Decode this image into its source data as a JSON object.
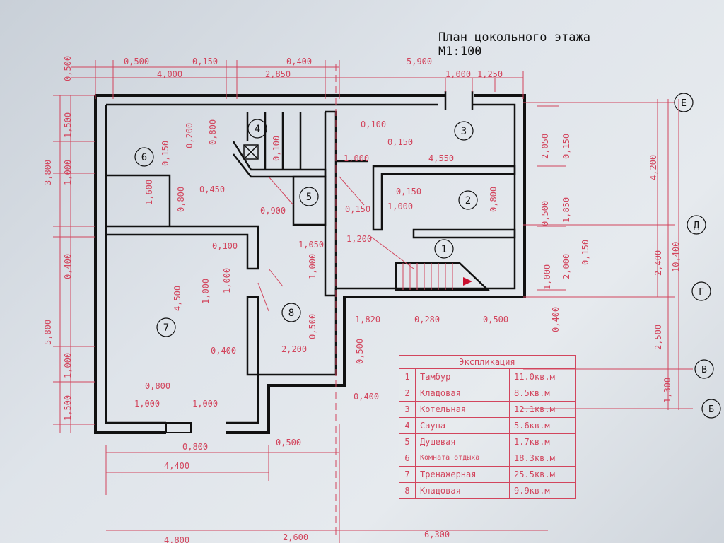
{
  "title": {
    "line1": "План цокольного этажа",
    "line2": "М1:100"
  },
  "axes": [
    "Е",
    "Д",
    "Г",
    "В",
    "Б"
  ],
  "rooms": [
    "1",
    "2",
    "3",
    "4",
    "5",
    "6",
    "7",
    "8"
  ],
  "dimensions": {
    "top": [
      "0,500",
      "0,150",
      "0,400",
      "5,900",
      "4,000",
      "2,850",
      "1,000",
      "1,250"
    ],
    "left": [
      "0,500",
      "1,500",
      "1,000",
      "3,800",
      "0,400",
      "5,800",
      "1,000",
      "1,500"
    ],
    "right": [
      "2,050",
      "0,150",
      "1,850",
      "0,500",
      "0,150",
      "2,000",
      "1,000",
      "0,400",
      "4,200",
      "2,400",
      "10,400",
      "2,500",
      "1,300"
    ],
    "interior": [
      "0,200",
      "0,800",
      "0,150",
      "0,100",
      "0,100",
      "0,150",
      "1,000",
      "4,550",
      "0,800",
      "0,450",
      "1,600",
      "0,900",
      "0,150",
      "1,000",
      "0,150",
      "0,800",
      "0,100",
      "1,050",
      "1,200",
      "1,000",
      "1,000",
      "4,500",
      "1,000",
      "0,500",
      "0,400",
      "2,200",
      "1,820",
      "0,280",
      "0,500",
      "0,500",
      "0,400",
      "0,800",
      "1,000",
      "1,000"
    ],
    "bottom": [
      "0,800",
      "0,500",
      "4,400",
      "4,800",
      "2,600",
      "6,300"
    ]
  },
  "legend": {
    "header": "Экспликация",
    "rows": [
      {
        "num": "1",
        "name": "Тамбур",
        "area": "11.0кв.м"
      },
      {
        "num": "2",
        "name": "Кладовая",
        "area": "8.5кв.м"
      },
      {
        "num": "3",
        "name": "Котельная",
        "area": "12.1кв.м"
      },
      {
        "num": "4",
        "name": "Сауна",
        "area": "5.6кв.м"
      },
      {
        "num": "5",
        "name": "Душевая",
        "area": "1.7кв.м"
      },
      {
        "num": "6",
        "name": "Комната отдыха",
        "area": "18.3кв.м"
      },
      {
        "num": "7",
        "name": "Тренажерная",
        "area": "25.5кв.м"
      },
      {
        "num": "8",
        "name": "Кладовая",
        "area": "9.9кв.м"
      }
    ]
  }
}
